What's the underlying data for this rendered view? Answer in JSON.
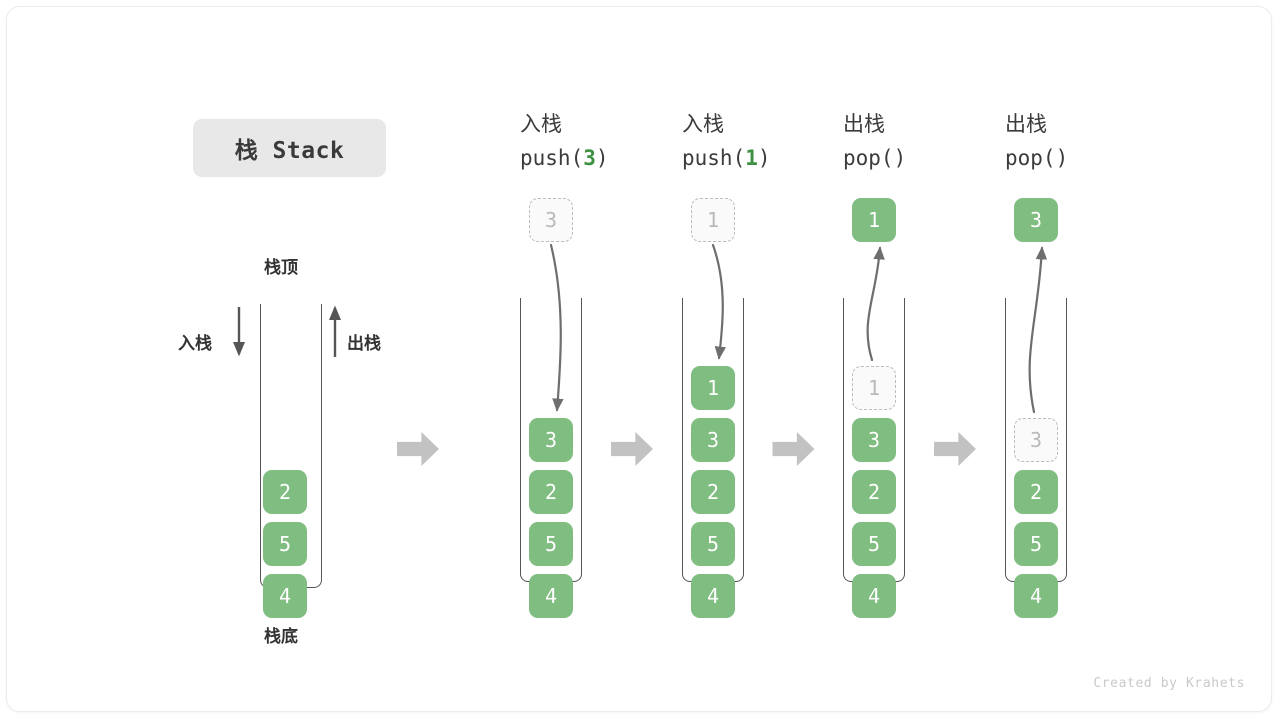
{
  "title": {
    "badge": "栈 Stack"
  },
  "legend": {
    "top_label": "栈顶",
    "bottom_label": "栈底",
    "push_label": "入栈",
    "pop_label": "出栈"
  },
  "colors": {
    "element_green": "#80bd80",
    "highlight_green": "#3f9142",
    "ghost_fill": "#fafafa",
    "ghost_border": "#bdbdbd",
    "container_stroke": "#555555",
    "arrow_gray": "#6e6e6e",
    "block_arrow_gray": "#c2c2c2",
    "badge_bg": "#e8e8e8"
  },
  "initial_stack": {
    "name": "initial",
    "cells": [
      "2",
      "5",
      "4"
    ]
  },
  "steps": [
    {
      "id": "push-3",
      "header_cn": "入栈",
      "header_code_prefix": "push(",
      "header_code_arg": "3",
      "header_code_suffix": ")",
      "operation": "push",
      "floating_value": "3",
      "floating_state": "ghost",
      "cells": [
        "3",
        "2",
        "5",
        "4"
      ],
      "ghost_index": -1
    },
    {
      "id": "push-1",
      "header_cn": "入栈",
      "header_code_prefix": "push(",
      "header_code_arg": "1",
      "header_code_suffix": ")",
      "operation": "push",
      "floating_value": "1",
      "floating_state": "ghost",
      "cells": [
        "1",
        "3",
        "2",
        "5",
        "4"
      ],
      "ghost_index": -1
    },
    {
      "id": "pop-1",
      "header_cn": "出栈",
      "header_code_prefix": "pop(",
      "header_code_arg": "",
      "header_code_suffix": ")",
      "operation": "pop",
      "floating_value": "1",
      "floating_state": "solid",
      "cells": [
        "1",
        "3",
        "2",
        "5",
        "4"
      ],
      "ghost_index": 0
    },
    {
      "id": "pop-3",
      "header_cn": "出栈",
      "header_code_prefix": "pop(",
      "header_code_arg": "",
      "header_code_suffix": ")",
      "operation": "pop",
      "floating_value": "3",
      "floating_state": "solid",
      "cells": [
        "3",
        "2",
        "5",
        "4"
      ],
      "ghost_index": 0
    }
  ],
  "credit": "Created by Krahets"
}
